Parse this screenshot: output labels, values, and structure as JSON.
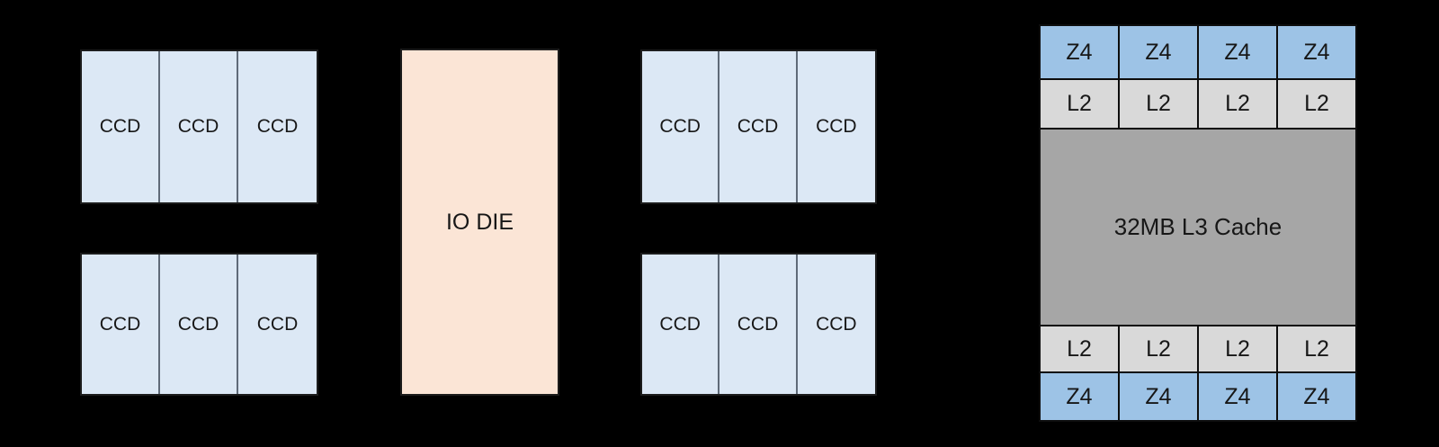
{
  "colors": {
    "background": "#000000",
    "ccd_fill": "#dce8f5",
    "ccd_divider": "#5f6a78",
    "outline_dark": "#1c1c1c",
    "io_fill": "#fbe5d6",
    "z4_fill": "#9dc3e6",
    "l2_fill": "#d9d9d9",
    "l3_fill": "#a6a6a6",
    "grid_line": "#0d0d0d",
    "text": "#171717"
  },
  "ccd_groups": [
    {
      "id": "top-left",
      "cells": [
        "CCD",
        "CCD",
        "CCD"
      ]
    },
    {
      "id": "bottom-left",
      "cells": [
        "CCD",
        "CCD",
        "CCD"
      ]
    },
    {
      "id": "top-right",
      "cells": [
        "CCD",
        "CCD",
        "CCD"
      ]
    },
    {
      "id": "bottom-right",
      "cells": [
        "CCD",
        "CCD",
        "CCD"
      ]
    }
  ],
  "io_die": {
    "label": "IO DIE"
  },
  "zen4_ccd": {
    "top_core_row": [
      "Z4",
      "Z4",
      "Z4",
      "Z4"
    ],
    "top_l2_row": [
      "L2",
      "L2",
      "L2",
      "L2"
    ],
    "l3_label": "32MB L3 Cache",
    "bottom_l2_row": [
      "L2",
      "L2",
      "L2",
      "L2"
    ],
    "bottom_core_row": [
      "Z4",
      "Z4",
      "Z4",
      "Z4"
    ]
  }
}
